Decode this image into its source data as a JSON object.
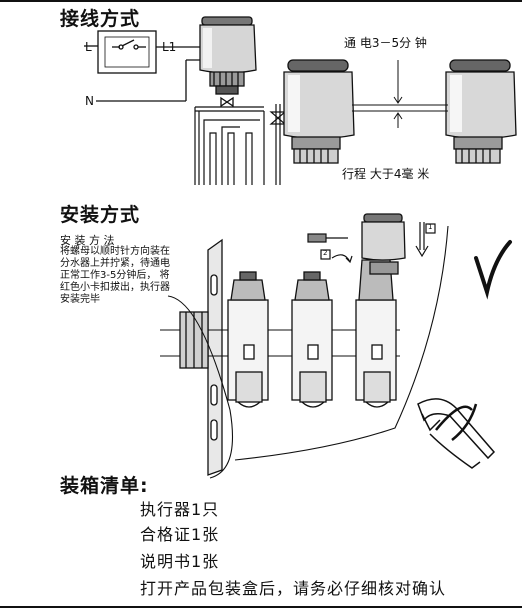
{
  "wiring": {
    "title": "接线方式",
    "label_l": "L",
    "label_l1": "L1",
    "label_n": "N",
    "power_note": "通 电3－5分 钟",
    "stroke_note": "行程 大于4毫 米"
  },
  "install": {
    "title": "安装方式",
    "subtitle": "安 装 方 法",
    "lines": [
      "将螺母以顺时针方向装在",
      "分水器上并拧紧，待通电",
      "正常工作3-5分钟后， 将",
      "红色小卡扣拔出，执行器",
      "安装完毕"
    ],
    "step1": "1",
    "step2": "2"
  },
  "packing": {
    "title": "装箱清单:",
    "items": [
      "执行器1只",
      "合格证1张",
      "说明书1张",
      "打开产品包装盒后，请务必仔细核对确认"
    ]
  }
}
